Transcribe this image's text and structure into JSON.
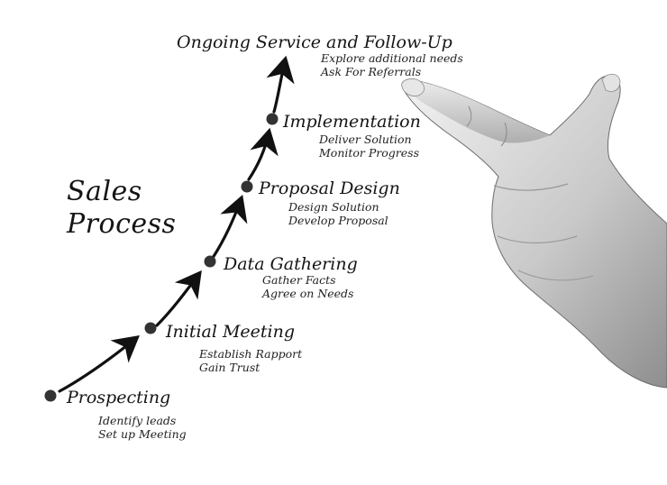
{
  "title": {
    "line1": "Sales",
    "line2": "Process"
  },
  "stages": [
    {
      "title": "Prospecting",
      "details": [
        "Identify leads",
        "Set up Meeting"
      ]
    },
    {
      "title": "Initial Meeting",
      "details": [
        "Establish Rapport",
        "Gain Trust"
      ]
    },
    {
      "title": "Data Gathering",
      "details": [
        "Gather Facts",
        "Agree on Needs"
      ]
    },
    {
      "title": "Proposal Design",
      "details": [
        "Design Solution",
        "Develop Proposal"
      ]
    },
    {
      "title": "Implementation",
      "details": [
        "Deliver Solution",
        "Monitor Progress"
      ]
    },
    {
      "title": "Ongoing Service and Follow-Up",
      "details": [
        "Explore additional needs",
        "Ask For Referrals"
      ]
    }
  ],
  "colors": {
    "ink": "#1a1a1a",
    "dot": "#333333",
    "background": "#ffffff"
  },
  "icons": [
    "pointing-hand-icon"
  ]
}
